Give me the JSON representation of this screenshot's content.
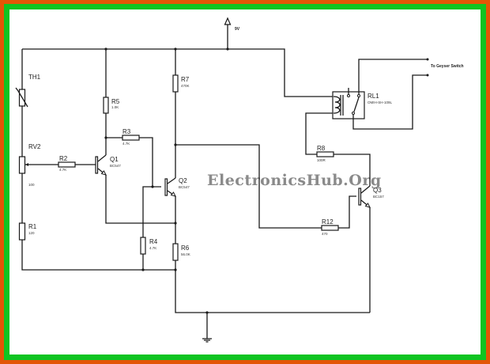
{
  "watermark": "ElectronicsHub.Org",
  "colors": {
    "outer_border": "#e25606",
    "inner_border": "#0fc421",
    "background": "#ffffff",
    "wire": "#1a1a1a",
    "watermark": "#8a8a8a"
  },
  "supply": {
    "label": "9V"
  },
  "output": {
    "label": "To Geyser Switch"
  },
  "components": {
    "TH1": {
      "name": "TH1",
      "value": ""
    },
    "RV2": {
      "name": "RV2",
      "value": "100"
    },
    "R1": {
      "name": "R1",
      "value": "120"
    },
    "R2": {
      "name": "R2",
      "value": "4.7K"
    },
    "R3": {
      "name": "R3",
      "value": "4.7K"
    },
    "R4": {
      "name": "R4",
      "value": "4.7K"
    },
    "R5": {
      "name": "R5",
      "value": "1.0K"
    },
    "R6": {
      "name": "R6",
      "value": "56.0K"
    },
    "R7": {
      "name": "R7",
      "value": "470K"
    },
    "R8": {
      "name": "R8",
      "value": "100R"
    },
    "R12": {
      "name": "R12",
      "value": "470"
    },
    "Q1": {
      "name": "Q1",
      "value": "BC547"
    },
    "Q2": {
      "name": "Q2",
      "value": "BC547"
    },
    "Q3": {
      "name": "Q3",
      "value": "BC157"
    },
    "RL1": {
      "name": "RL1",
      "value": "OMIH-SH-109L"
    }
  }
}
